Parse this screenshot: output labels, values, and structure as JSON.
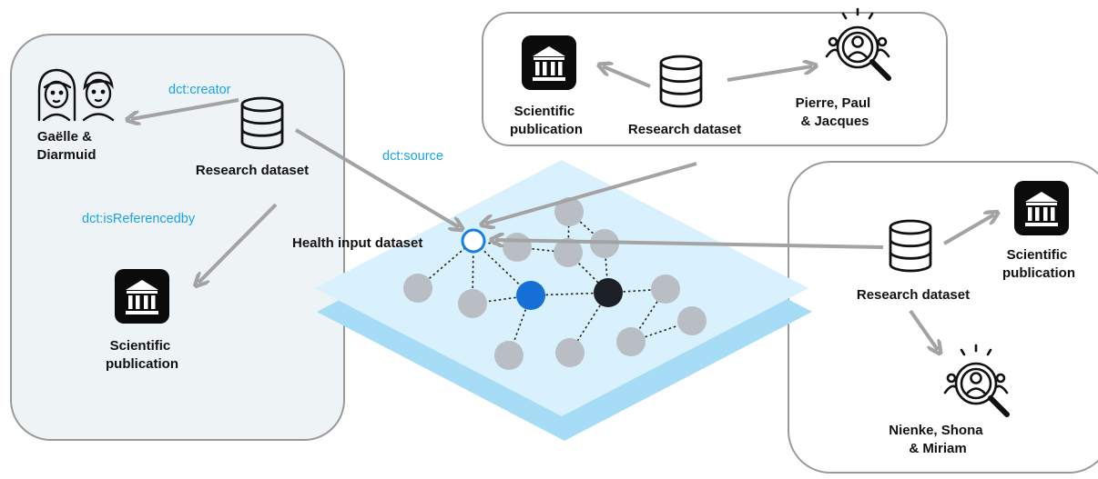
{
  "left_panel": {
    "people_label": [
      "Gaëlle &",
      "Diarmuid"
    ],
    "dataset_label": "Research dataset",
    "publication_label": [
      "Scientific",
      "publication"
    ],
    "creator_property": "dct:creator",
    "referenced_property": "dct:isReferencedby"
  },
  "top_panel": {
    "publication_label": [
      "Scientific",
      "publication"
    ],
    "dataset_label": "Research dataset",
    "people_label": [
      "Pierre, Paul",
      "& Jacques"
    ]
  },
  "right_panel": {
    "dataset_label": "Research dataset",
    "publication_label": [
      "Scientific",
      "publication"
    ],
    "people_label": [
      "Nienke, Shona",
      "& Miriam"
    ]
  },
  "center": {
    "source_property": "dct:source",
    "health_label": "Health input dataset"
  },
  "colors": {
    "panel_fill": "#eef3f6",
    "panel_stroke": "#9a9a9a",
    "arrow": "#a3a3a3",
    "property_text": "#1aa3e8",
    "plane_top": "#d9f1fc",
    "plane_bottom": "#a6dcf6",
    "node_grey": "#b8bec4",
    "node_blue": "#1670d6",
    "node_dark": "#1c1f26",
    "health_ring": "#1a7fe0"
  }
}
